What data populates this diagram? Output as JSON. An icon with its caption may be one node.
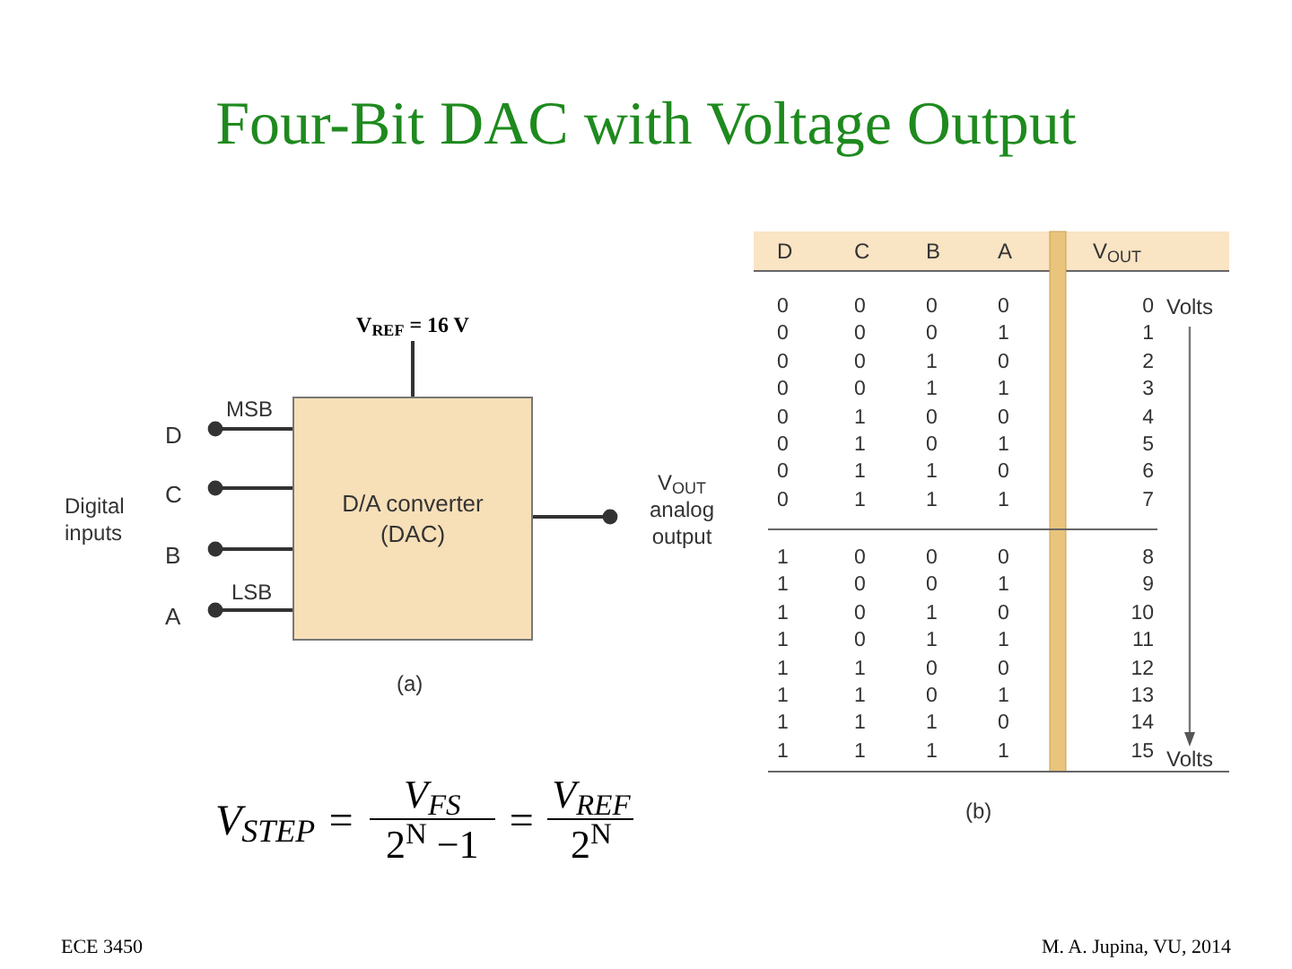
{
  "diagram": {
    "title": "Four-Bit DAC with Voltage Output",
    "nodes": [
      {
        "text": [
          "D/A converter (DAC)"
        ]
      },
      {
        "text": [
          "V$_{REF}$ = 16 V"
        ]
      },
      {
        "text": [
          "D"
        ]
      },
      {
        "text": [
          "C"
        ]
      },
      {
        "text": [
          "B"
        ]
      },
      {
        "text": [
          "A"
        ]
      },
      {
        "text": [
          "V$_{OUT}$ analog output"
        ]
      }
    ],
    "edges": [
      {
        "from": 1,
        "to": 0,
        "arrow": "none"
      },
      {
        "from": 2,
        "to": 0,
        "arrow": "other"
      },
      {
        "from": 3,
        "to": 0,
        "arrow": "other"
      },
      {
        "from": 4,
        "to": 0,
        "arrow": "other"
      },
      {
        "from": 5,
        "to": 0,
        "arrow": "other"
      },
      {
        "from": 6,
        "to": 0,
        "arrow": "other"
      }
    ],
    "labels": [
      "MSB",
      "LSB",
      "Digital inputs",
      "(a)",
      "D",
      "C",
      "B",
      "A",
      "V$_{OUT}$",
      "0",
      "0",
      "0",
      "0",
      "0",
      "0",
      "0",
      "0",
      "1",
      "1",
      "0",
      "0",
      "1",
      "0",
      "2",
      "0",
      "0",
      "1",
      "1",
      "3",
      "0",
      "1",
      "0",
      "0",
      "4",
      "0",
      "1",
      "0",
      "1",
      "5",
      "0",
      "1",
      "1",
      "0",
      "6",
      "0",
      "1",
      "1",
      "1",
      "7",
      "1",
      "0",
      "0",
      "0",
      "8",
      "1",
      "0",
      "0",
      "1",
      "9",
      "1",
      "0",
      "1",
      "0",
      "10",
      "1",
      "0",
      "1",
      "1",
      "11",
      "1",
      "1",
      "0",
      "0",
      "12",
      "1",
      "1",
      "0",
      "1",
      "13",
      "1",
      "1",
      "1",
      "0",
      "14",
      "1",
      "1",
      "1",
      "1",
      "15",
      "Volts",
      "Volts",
      "(b)",
      "V$_{STEP}$ =",
      "V$_{FS}$",
      "2$^{N}$ −1",
      "=",
      "V$_{REF}$",
      "2$^{N}$",
      "ECE 3450",
      "M. A. Jupina, VU, 2014"
    ]
  }
}
